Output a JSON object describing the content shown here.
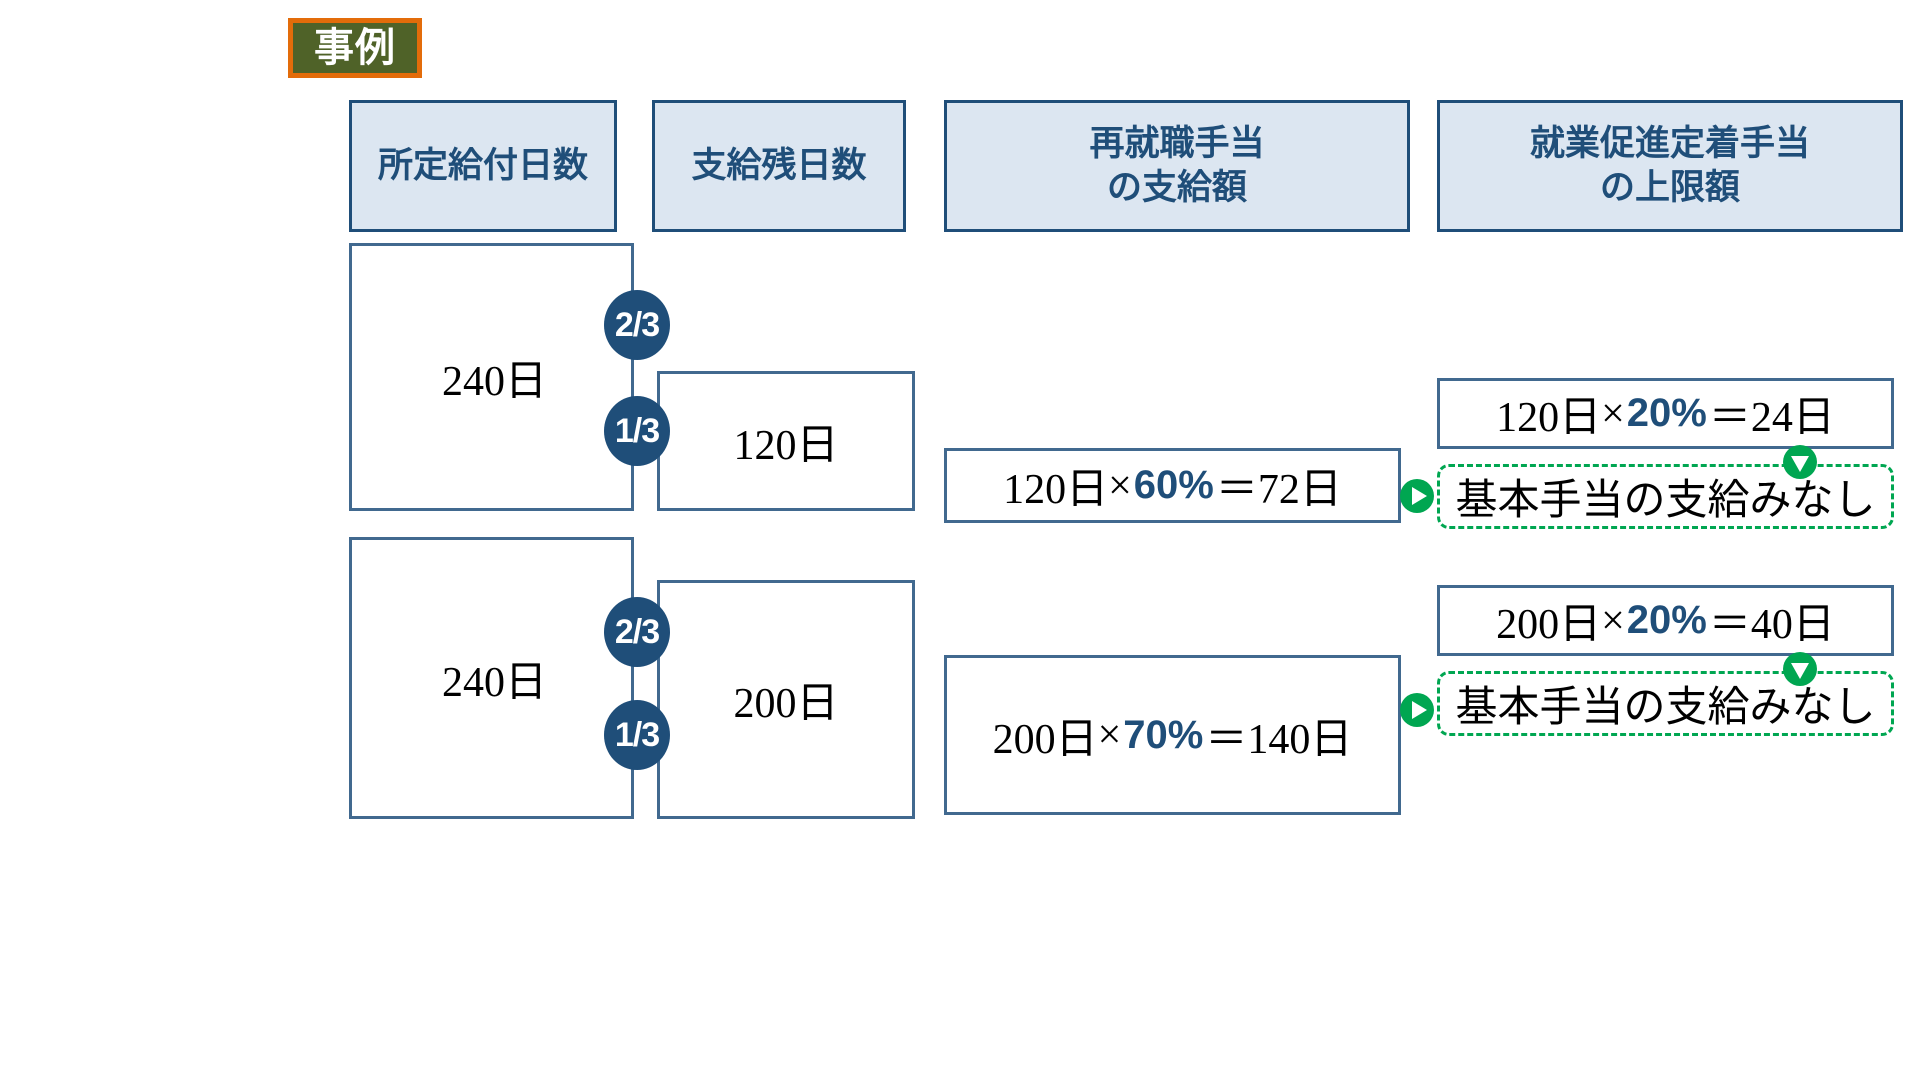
{
  "badge": {
    "label": "事例",
    "fill": "#4F6228",
    "border": "#E36C0A",
    "text_color": "#FFFFFF"
  },
  "theme": {
    "header_fill": "#DCE6F1",
    "header_border": "#1F4E79",
    "header_text": "#1F4E79",
    "box_border": "#41698F",
    "fraction_fill": "#1F4E79",
    "accent_green": "#00A651",
    "percent_color": "#1F4E79"
  },
  "headers": [
    {
      "line1": "所定給付日数",
      "line2": ""
    },
    {
      "line1": "支給残日数",
      "line2": ""
    },
    {
      "line1": "再就職手当",
      "line2": "の支給額"
    },
    {
      "line1": "就業促進定着手当",
      "line2": "の上限額"
    }
  ],
  "rows": [
    {
      "total_days": "240日",
      "remaining_days": "120日",
      "fraction_upper": "2/3",
      "fraction_lower": "1/3",
      "payout": {
        "base": "120日",
        "times": "×",
        "percent": "60%",
        "equals": "＝",
        "result": " 72日"
      },
      "cap": {
        "base": "120日",
        "times": "×",
        "percent": "20%",
        "equals": "＝",
        "result": "24日"
      },
      "note": "基本手当の支給みなし",
      "icon_right": "play-arrow-right-icon",
      "icon_down": "arrow-down-icon"
    },
    {
      "total_days": "240日",
      "remaining_days": "200日",
      "fraction_upper": "2/3",
      "fraction_lower": "1/3",
      "payout": {
        "base": "200日",
        "times": "×",
        "percent": "70%",
        "equals": "＝",
        "result": "140日"
      },
      "cap": {
        "base": "200日",
        "times": "×",
        "percent": "20%",
        "equals": "＝",
        "result": "40日"
      },
      "note": "基本手当の支給みなし",
      "icon_right": "play-arrow-right-icon",
      "icon_down": "arrow-down-icon"
    }
  ]
}
